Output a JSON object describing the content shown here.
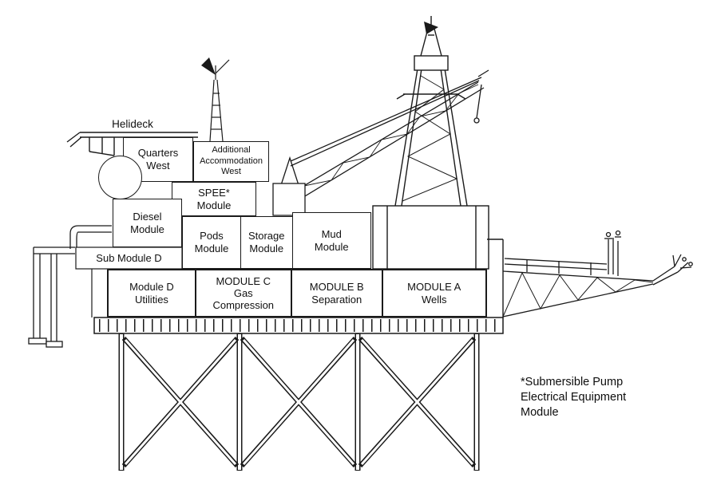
{
  "diagram": {
    "footnote": "*Submersible Pump\nElectrical Equipment\nModule",
    "labels": {
      "helideck": "Helideck",
      "quarters_west": "Quarters\nWest",
      "additional_accommodation": "Additional\nAccommodation\nWest",
      "spee_module": "SPEE*\nModule",
      "diesel_module": "Diesel\nModule",
      "pods_module": "Pods\nModule",
      "storage_module": "Storage\nModule",
      "mud_module": "Mud\nModule",
      "sub_module_d": "Sub Module D",
      "module_d": "Module D\nUtilities",
      "module_c": "MODULE C\nGas\nCompression",
      "module_b": "MODULE B\nSeparation",
      "module_a": "MODULE A\nWells"
    },
    "colors": {
      "ink": "#1a1a1a",
      "background": "#ffffff"
    }
  }
}
